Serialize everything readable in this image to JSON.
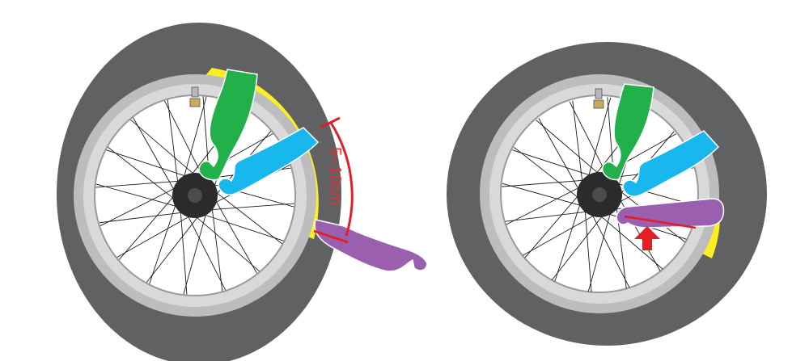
{
  "figure": {
    "panels": [
      {
        "id": "left",
        "measurement_label": "5~10cm"
      },
      {
        "id": "right"
      }
    ],
    "colors": {
      "tire": "#606163",
      "tire_inner": "#545557",
      "rim_outer": "#bdbdbf",
      "rim_inner": "#d9d9da",
      "hub": "#2b2b2d",
      "hub_center": "#4c4c4e",
      "tube_exposed": "#fcee21",
      "lever_green": "#22b04a",
      "lever_blue": "#18b8ee",
      "lever_purple": "#9b5fb0",
      "annotation_red": "#e31e24",
      "valve_body": "#c9a95a"
    },
    "icons": [
      "valve-icon",
      "up-arrow-icon"
    ]
  }
}
